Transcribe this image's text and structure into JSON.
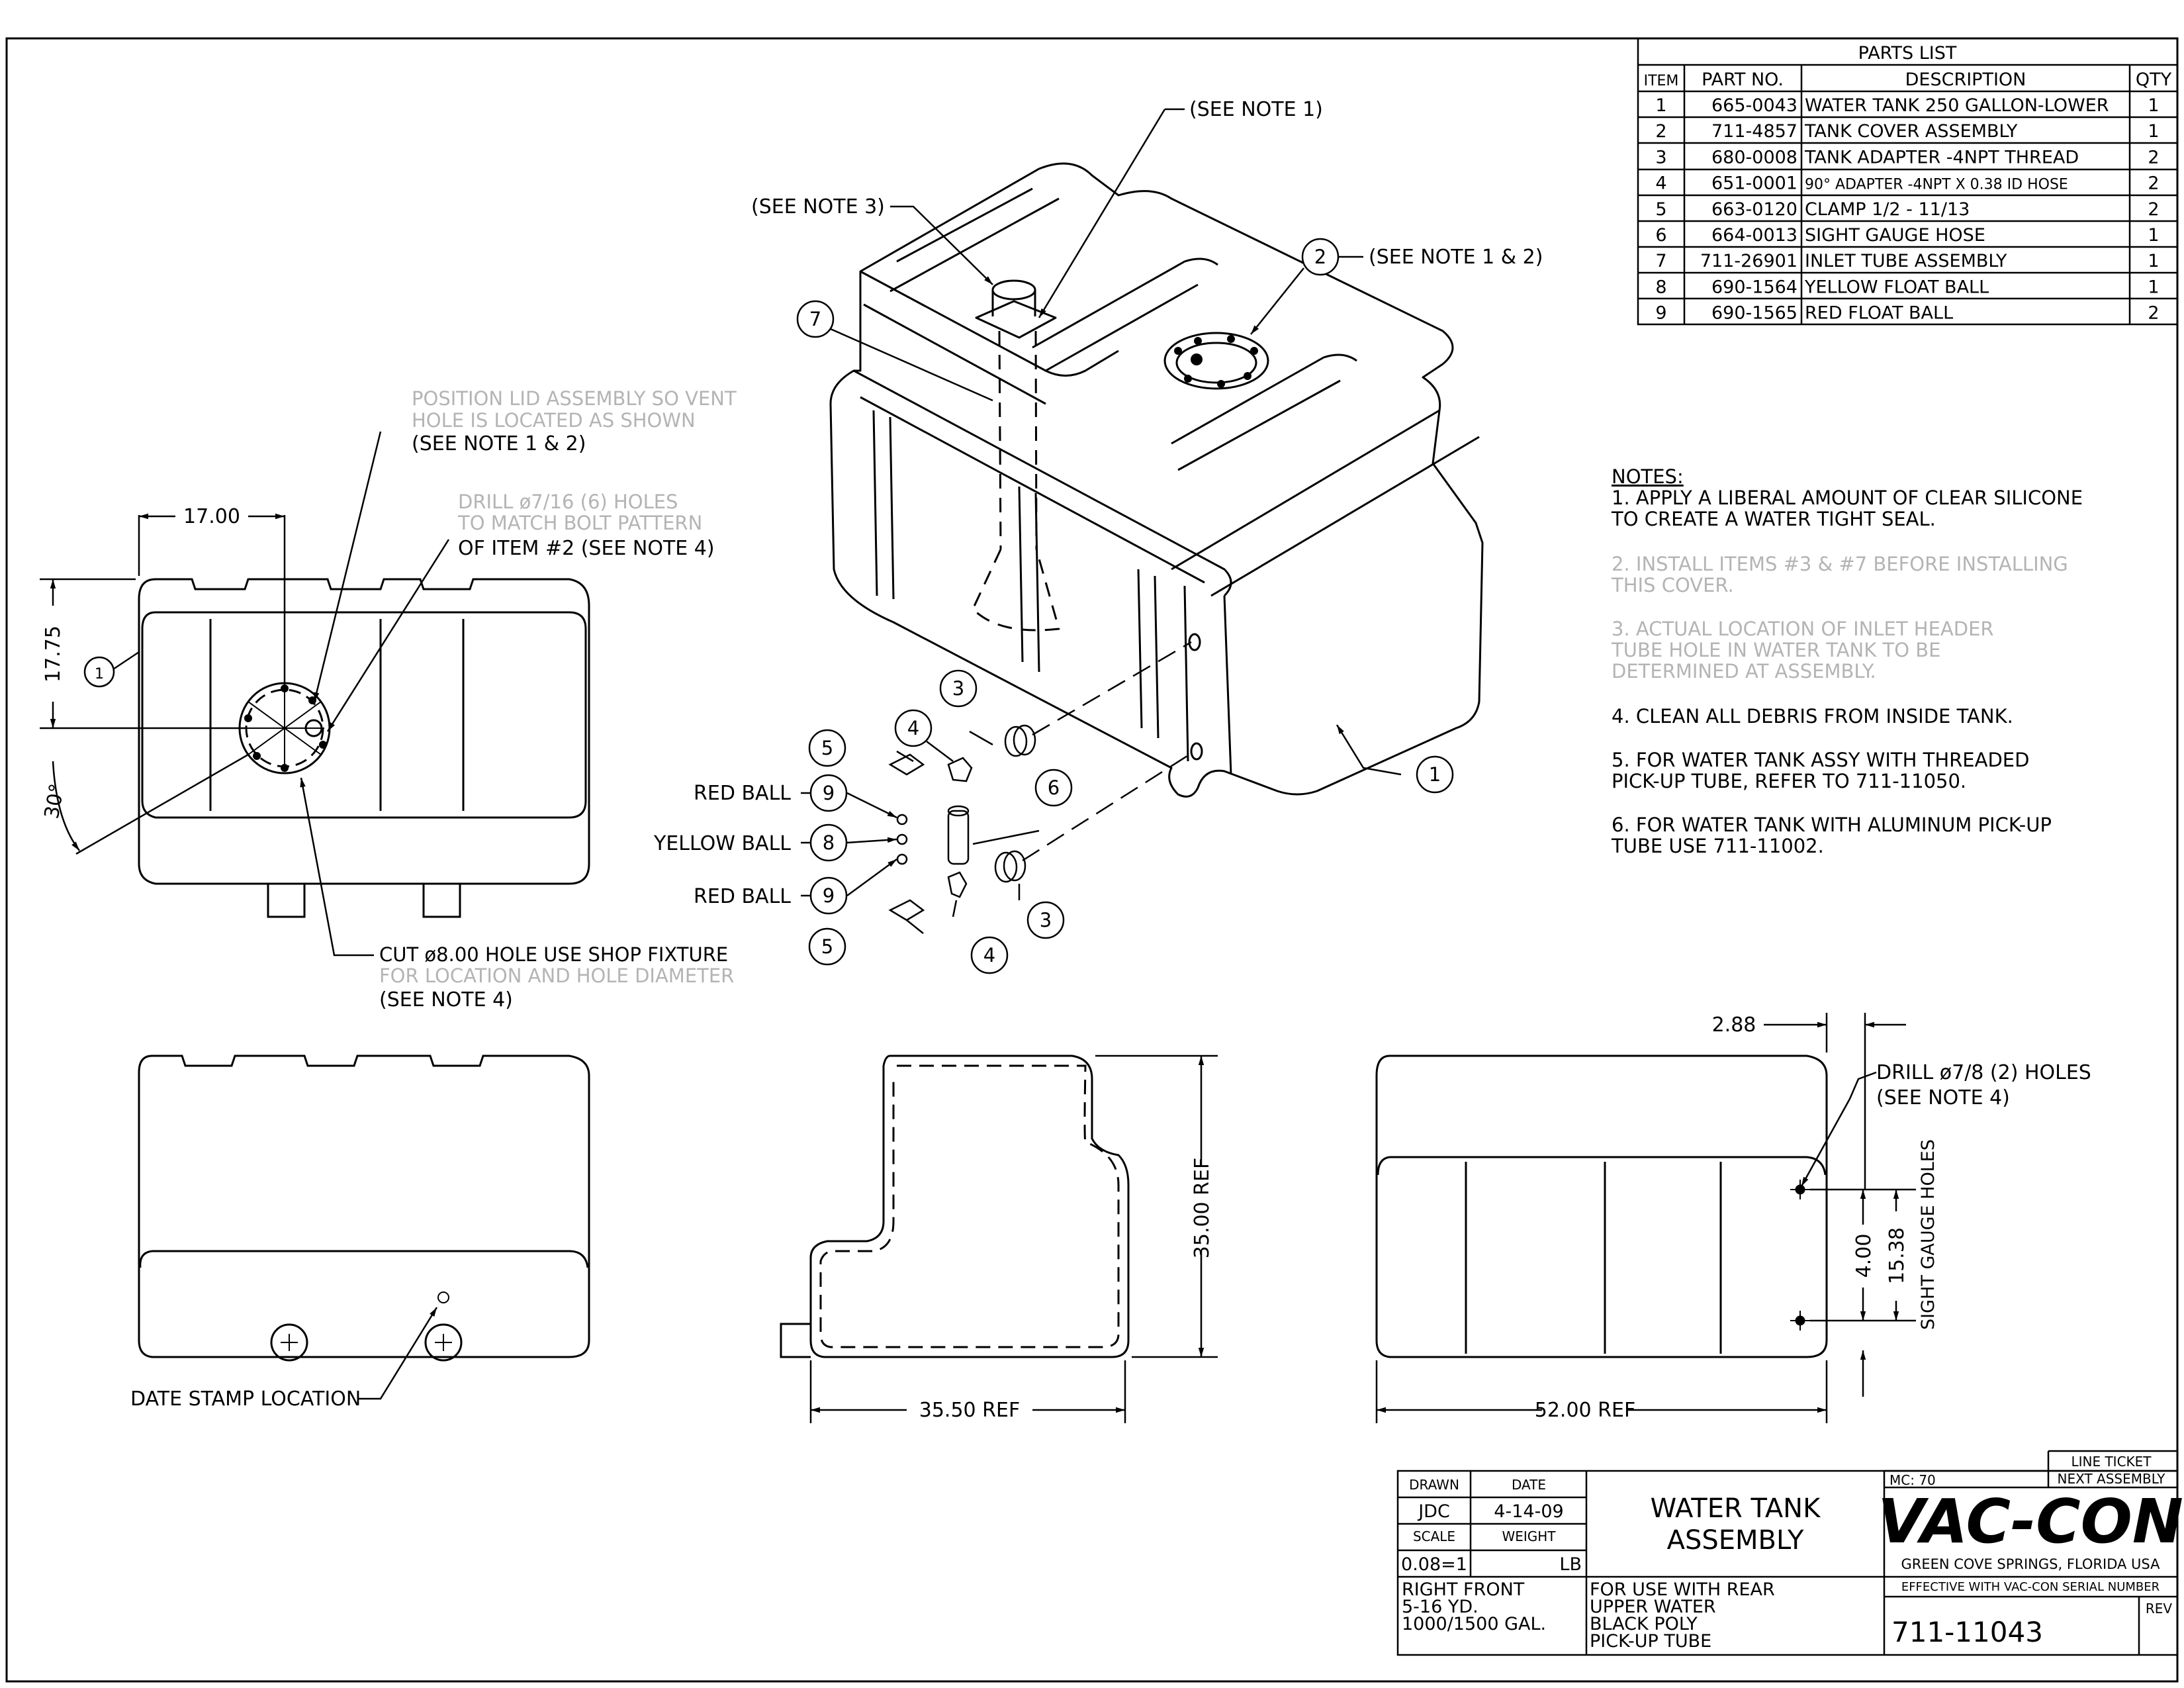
{
  "parts_list": {
    "title": "PARTS LIST",
    "headers": [
      "ITEM",
      "PART NO.",
      "DESCRIPTION",
      "QTY"
    ],
    "rows": [
      {
        "item": "1",
        "part": "665-0043",
        "desc": "WATER TANK 250 GALLON-LOWER",
        "qty": "1"
      },
      {
        "item": "2",
        "part": "711-4857",
        "desc": "TANK COVER ASSEMBLY",
        "qty": "1"
      },
      {
        "item": "3",
        "part": "680-0008",
        "desc": "TANK  ADAPTER -4NPT THREAD",
        "qty": "2"
      },
      {
        "item": "4",
        "part": "651-0001",
        "desc": "90° ADAPTER -4NPT X 0.38 ID HOSE",
        "qty": "2"
      },
      {
        "item": "5",
        "part": "663-0120",
        "desc": "CLAMP 1/2 - 11/13",
        "qty": "2"
      },
      {
        "item": "6",
        "part": "664-0013",
        "desc": "SIGHT GAUGE HOSE",
        "qty": "1"
      },
      {
        "item": "7",
        "part": "711-26901",
        "desc": "INLET TUBE ASSEMBLY",
        "qty": "1"
      },
      {
        "item": "8",
        "part": "690-1564",
        "desc": "YELLOW FLOAT BALL",
        "qty": "1"
      },
      {
        "item": "9",
        "part": "690-1565",
        "desc": "RED FLOAT BALL",
        "qty": "2"
      }
    ]
  },
  "notes": {
    "heading": "NOTES:",
    "n1a": "1. APPLY A LIBERAL AMOUNT OF CLEAR SILICONE",
    "n1b": "TO CREATE A WATER TIGHT SEAL.",
    "n2a": "2. INSTALL ITEMS #3 & #7 BEFORE INSTALLING",
    "n2b": "THIS COVER.",
    "n3a": "3. ACTUAL LOCATION OF INLET HEADER",
    "n3b": "TUBE HOLE IN WATER TANK TO BE",
    "n3c": "DETERMINED AT ASSEMBLY.",
    "n4": "4. CLEAN ALL DEBRIS FROM INSIDE TANK.",
    "n5a": "5. FOR WATER TANK ASSY WITH THREADED",
    "n5b": "PICK-UP TUBE, REFER TO 711-11050.",
    "n6a": "6. FOR WATER TANK WITH ALUMINUM PICK-UP",
    "n6b": "TUBE USE 711-11002."
  },
  "callouts": {
    "see_note_1": "(SEE NOTE 1)",
    "see_note_3": "(SEE NOTE 3)",
    "see_note_1_2": "(SEE NOTE 1 & 2)",
    "pos_lid_a": "POSITION LID ASSEMBLY SO VENT",
    "pos_lid_b": "HOLE IS LOCATED AS SHOWN",
    "pos_lid_c": "(SEE NOTE 1 & 2)",
    "drill_a": "DRILL ø7/16 (6) HOLES",
    "drill_b": "TO MATCH BOLT PATTERN",
    "drill_c": "OF ITEM #2 (SEE NOTE 4)",
    "cut_a": "CUT ø8.00 HOLE USE SHOP FIXTURE",
    "cut_b": "FOR LOCATION AND HOLE DIAMETER",
    "cut_c": "(SEE NOTE 4)",
    "red_ball": "RED BALL",
    "yellow_ball": "YELLOW BALL",
    "date_stamp": "DATE STAMP LOCATION",
    "drill78_a": "DRILL ø7/8 (2) HOLES",
    "drill78_b": "(SEE NOTE 4)",
    "sight_gauge": "SIGHT GAUGE HOLES"
  },
  "balloons": [
    "1",
    "2",
    "3",
    "4",
    "5",
    "6",
    "7",
    "8",
    "9"
  ],
  "dimensions": {
    "d17": "17.00",
    "d1775": "17.75",
    "d30": "30°",
    "d3500": "35.00 REF",
    "d3550": "35.50 REF",
    "d5200": "52.00 REF",
    "d288": "2.88",
    "d400": "4.00",
    "d1538": "15.38"
  },
  "title_block": {
    "drawn_lbl": "DRAWN",
    "drawn": "JDC",
    "date_lbl": "DATE",
    "date": "4-14-09",
    "scale_lbl": "SCALE",
    "scale": "0.08=1",
    "weight_lbl": "WEIGHT",
    "weight_unit": "LB",
    "title1": "WATER TANK",
    "title2": "ASSEMBLY",
    "line_ticket": "LINE TICKET",
    "next_assembly": "NEXT ASSEMBLY",
    "mc": "MC: 70",
    "company": "VAC-CON",
    "location": "GREEN COVE SPRINGS, FLORIDA USA",
    "effective": "EFFECTIVE WITH VAC-CON SERIAL NUMBER",
    "rf1": "RIGHT FRONT",
    "rf2": "5-16 YD.",
    "rf3": "1000/1500 GAL.",
    "use1": "FOR USE WITH REAR",
    "use2": "UPPER WATER",
    "use3": "BLACK POLY",
    "use4": "PICK-UP TUBE",
    "dwg_no": "711-11043",
    "rev": "REV"
  }
}
